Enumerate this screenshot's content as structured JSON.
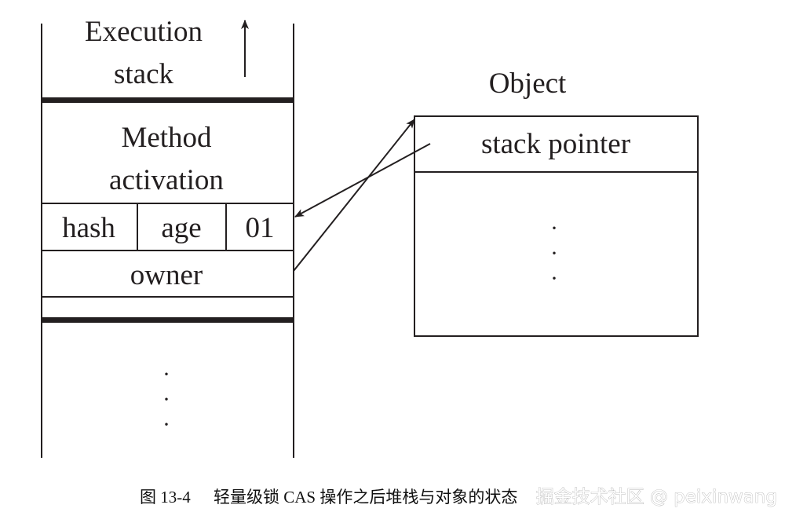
{
  "stack": {
    "title_line1": "Execution",
    "title_line2": "stack",
    "method_line1": "Method",
    "method_line2": "activation",
    "cells": [
      "hash",
      "age",
      "01"
    ],
    "owner": "owner",
    "dots": [
      "·",
      "·",
      "·"
    ]
  },
  "object": {
    "title": "Object",
    "header": "stack pointer",
    "dots": [
      "·",
      "·",
      "·"
    ]
  },
  "caption": {
    "figure": "图 13-4",
    "text": "轻量级锁 CAS 操作之后堆栈与对象的状态"
  },
  "watermark": "掘金技术社区 @ peixinwang",
  "colors": {
    "line": "#231f20",
    "background": "#ffffff"
  }
}
